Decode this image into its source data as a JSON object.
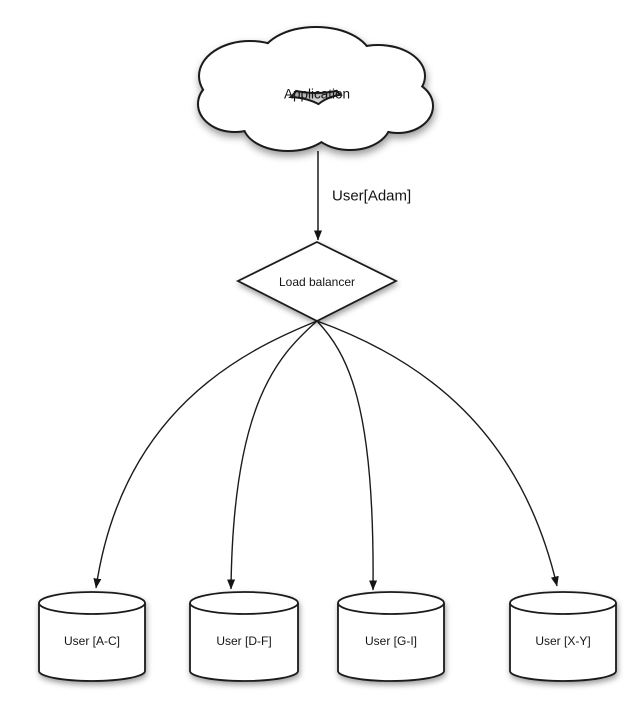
{
  "diagram": {
    "cloud": {
      "label": "Application"
    },
    "edge_cloud_to_lb": {
      "label": "User[Adam]"
    },
    "load_balancer": {
      "label": "Load balancer"
    },
    "shards": [
      {
        "label": "User [A-C]"
      },
      {
        "label": "User [D-F]"
      },
      {
        "label": "User [G-I]"
      },
      {
        "label": "User [X-Y]"
      }
    ]
  },
  "colors": {
    "stroke": "#1b1b1b",
    "fill": "#ffffff",
    "text": "#141414"
  }
}
